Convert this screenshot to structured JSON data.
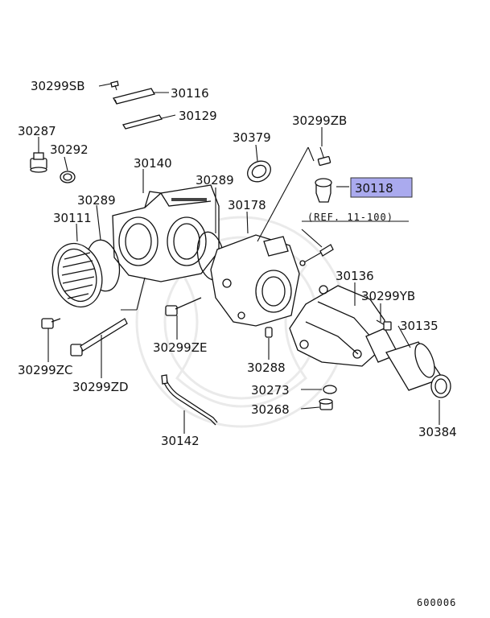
{
  "diagram": {
    "part_labels": {
      "p30299SB": "30299SB",
      "p30116": "30116",
      "p30129": "30129",
      "p30287": "30287",
      "p30292": "30292",
      "p30379": "30379",
      "p30299ZB": "30299ZB",
      "p30140": "30140",
      "p30289a": "30289",
      "p30118": "30118",
      "p30289b": "30289",
      "p30178": "30178",
      "p30111": "30111",
      "ref": "(REF. 11-100)",
      "p30136": "30136",
      "p30299YB": "30299YB",
      "p30135": "30135",
      "p30299ZE": "30299ZE",
      "p30299ZC": "30299ZC",
      "p30299ZD": "30299ZD",
      "p30288": "30288",
      "p30273": "30273",
      "p30268": "30268",
      "p30384": "30384",
      "p30142": "30142"
    },
    "highlighted_part": "30118",
    "highlight_color": "#aaaaee",
    "diagram_code": "600006"
  }
}
